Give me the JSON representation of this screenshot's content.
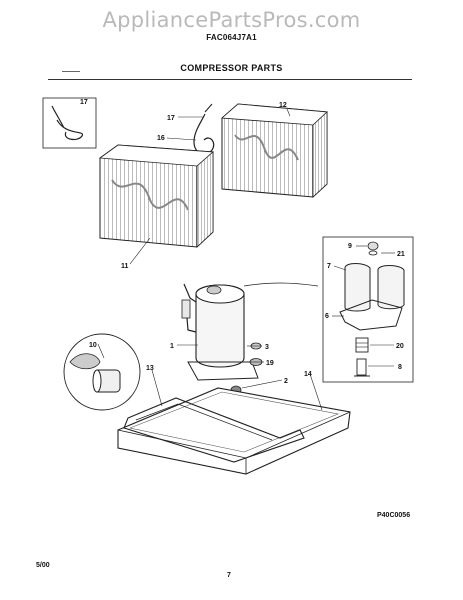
{
  "watermark": "AppliancePartsPros.com",
  "model_number": "FAC064J7A1",
  "section_title": "COMPRESSOR PARTS",
  "drawing_code": "P40C0056",
  "footer": {
    "date": "5/00",
    "page": "7"
  },
  "callouts": {
    "c17a": "17",
    "c17b": "17",
    "c16": "16",
    "c12": "12",
    "c11": "11",
    "c9": "9",
    "c21": "21",
    "c7": "7",
    "c6": "6",
    "c20": "20",
    "c8": "8",
    "c3": "3",
    "c19": "19",
    "c1": "1",
    "c2": "2",
    "c10": "10",
    "c13": "13",
    "c14": "14"
  }
}
